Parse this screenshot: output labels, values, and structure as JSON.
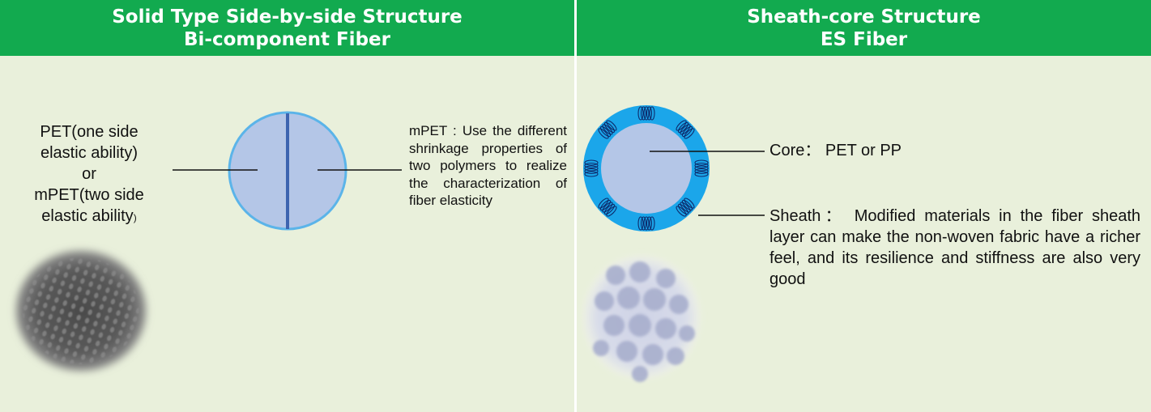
{
  "left_panel": {
    "header_line1": "Solid Type Side-by-side Structure",
    "header_line2": "Bi-component Fiber",
    "label_line1": "PET(one side",
    "label_line2": "elastic ability)",
    "label_line3": "or",
    "label_line4": "mPET(two side",
    "label_line5_main": "elastic ability",
    "label_line5_small": ")",
    "mpet_description": "mPET : Use the different shrinkage properties of two polymers to realize the characterization of fiber elasticity"
  },
  "right_panel": {
    "header_line1": "Sheath-core Structure",
    "header_line2": "ES Fiber",
    "core_label": "Core： PET or PP",
    "sheath_description": "Sheath： Modified materials in the fiber sheath layer can make the non-woven fabric have a richer feel, and its resilience and stiffness are also very good"
  },
  "colors": {
    "header_green": "#12aa4f",
    "panel_background": "#e9f0db",
    "fiber_fill": "#b4c6e7",
    "fiber_outline": "#5bb4e9",
    "divider_blue": "#3d64b0",
    "sheath_blue": "#1ba6ea"
  },
  "icons": {
    "spring": "coil-spring-icon"
  }
}
